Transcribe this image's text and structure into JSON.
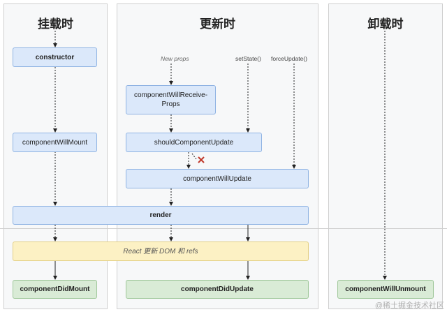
{
  "panels": {
    "mounting": {
      "title": "挂载时"
    },
    "updating": {
      "title": "更新时"
    },
    "unmounting": {
      "title": "卸载时"
    }
  },
  "labels": {
    "new_props": "New props",
    "set_state": "setState()",
    "force_update": "forceUpdate()"
  },
  "boxes": {
    "constructor": "constructor",
    "component_will_mount": "componentWillMount",
    "component_will_receive_props": "componentWillReceive-Props",
    "should_component_update": "shouldComponentUpdate",
    "component_will_update": "componentWillUpdate",
    "render": "render",
    "react_updates_dom": "React 更新 DOM 和 refs",
    "component_did_mount": "componentDidMount",
    "component_did_update": "componentDidUpdate",
    "component_will_unmount": "componentWillUnmount"
  },
  "colors": {
    "lifecycle_box": "#dbe8fa",
    "react_box": "#fcf1c4",
    "did_box": "#d9ebd6",
    "cancel_mark": "#c0392b"
  },
  "icons": {
    "cancel": "cross-mark-icon"
  },
  "watermark": "@稀土掘金技术社区"
}
